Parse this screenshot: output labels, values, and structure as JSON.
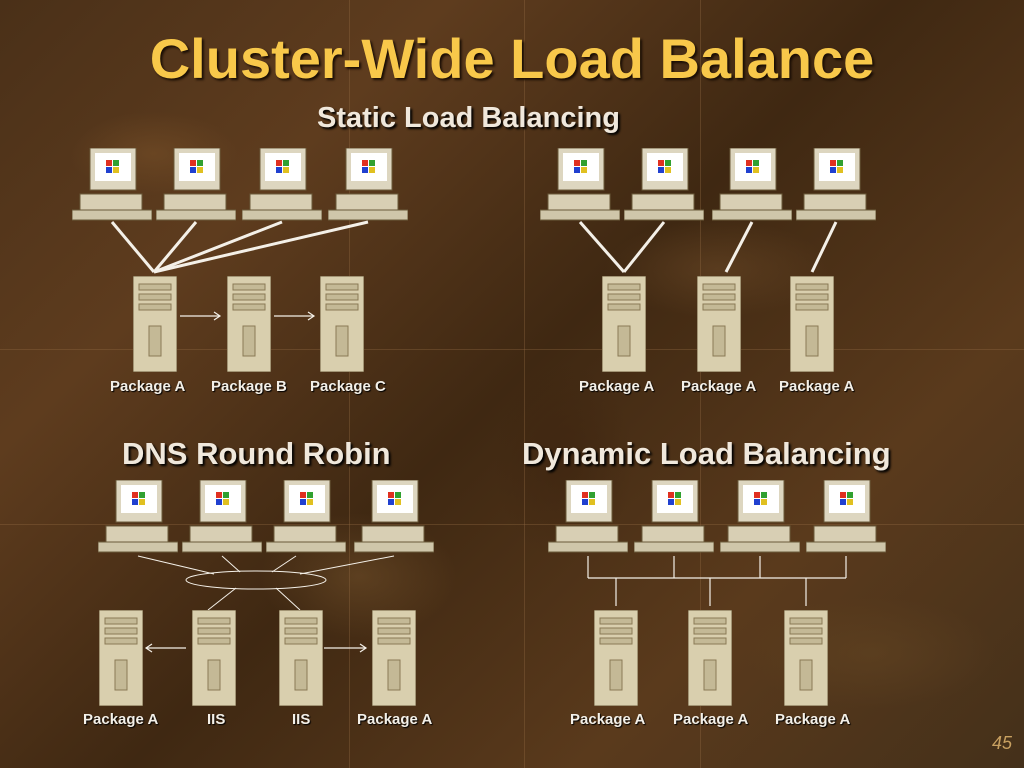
{
  "title": "Cluster-Wide Load Balance",
  "page_number": "45",
  "quadrants": {
    "static": {
      "heading": "Static Load Balancing",
      "left_labels": [
        "Package A",
        "Package B",
        "Package C"
      ],
      "right_labels": [
        "Package A",
        "Package A",
        "Package A"
      ]
    },
    "dns": {
      "heading": "DNS Round Robin",
      "labels": [
        "Package A",
        "IIS",
        "IIS",
        "Package A"
      ]
    },
    "dynamic": {
      "heading": "Dynamic Load Balancing",
      "labels": [
        "Package A",
        "Package A",
        "Package A"
      ]
    }
  }
}
